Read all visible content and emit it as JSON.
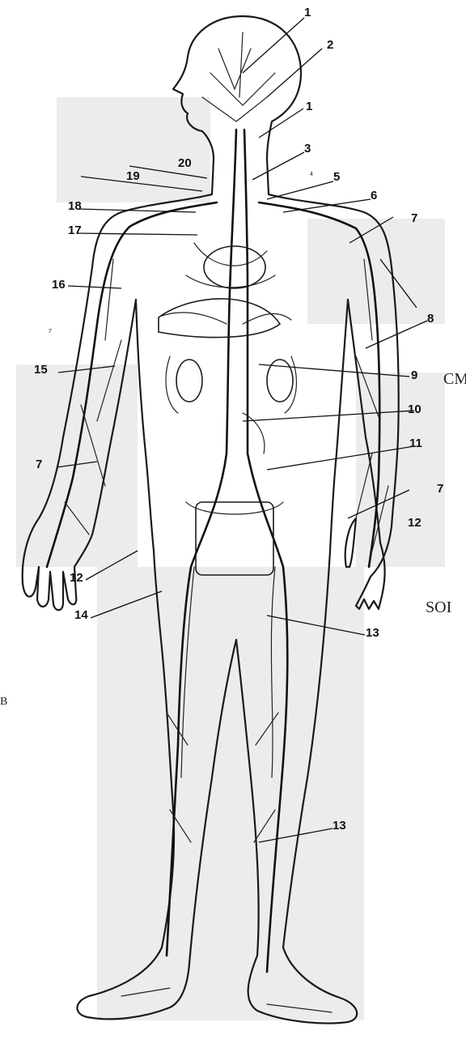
{
  "labels": {
    "l1a": "1",
    "l2": "2",
    "l1b": "1",
    "l3": "3",
    "l4small": "4",
    "l5": "5",
    "l6": "6",
    "l7a": "7",
    "l8": "8",
    "l9": "9",
    "l10": "10",
    "l11": "11",
    "l7b": "7",
    "l12a": "12",
    "l12b": "12",
    "l13a": "13",
    "l13b": "13",
    "l14": "14",
    "l15": "15",
    "l16": "16",
    "l7c": "7",
    "l7small": "7",
    "l17": "17",
    "l18": "18",
    "l19": "19",
    "l20": "20"
  },
  "side_text": {
    "cm": "CM",
    "soi": "SOI",
    "b": "B"
  },
  "colors": {
    "line": "#1a1a1a",
    "paper": "#ffffff",
    "texture": "#d9d9d9"
  }
}
